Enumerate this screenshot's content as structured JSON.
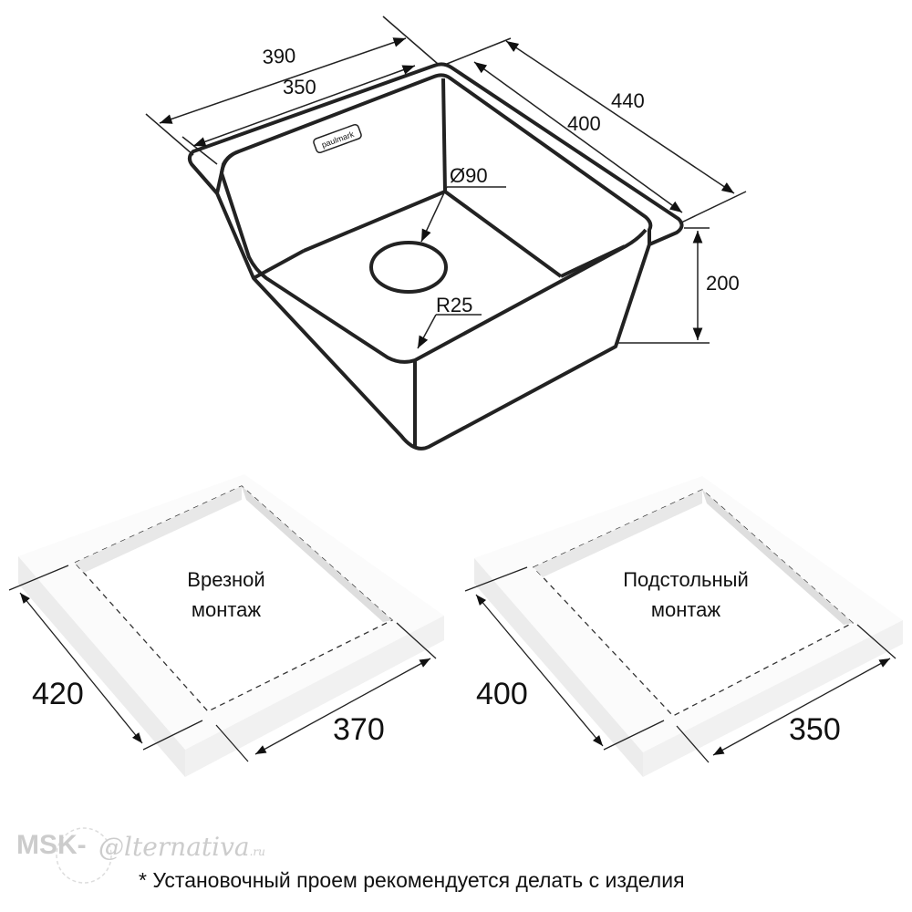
{
  "sink": {
    "brand": "paulmark",
    "dims": {
      "outer_width": "390",
      "inner_width": "350",
      "outer_length": "440",
      "inner_length": "400",
      "drain": "Ø90",
      "radius": "R25",
      "depth": "200"
    }
  },
  "cutouts": [
    {
      "title_line1": "Врезной",
      "title_line2": "монтаж",
      "length": "420",
      "width": "370"
    },
    {
      "title_line1": "Подстольный",
      "title_line2": "монтаж",
      "length": "400",
      "width": "350"
    }
  ],
  "watermark": {
    "prefix": "MSK-",
    "suffix": "lternativa",
    "tld": ".ru"
  },
  "note": "* Установочный проем рекомендуется делать с изделия"
}
